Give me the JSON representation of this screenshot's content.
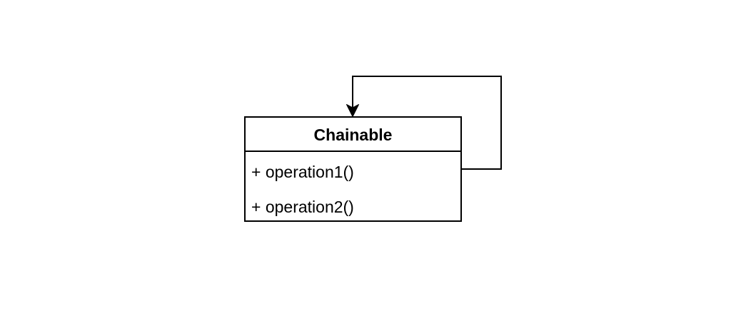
{
  "diagram": {
    "kind": "uml-class-diagram",
    "uml_class": {
      "name": "Chainable",
      "members": [
        "+ operation1()",
        "+ operation2()"
      ]
    },
    "relation": {
      "type": "self-association",
      "arrowhead": "classic-filled-down"
    }
  },
  "colors": {
    "canvas_background": "#ffffff",
    "shape_fill": "#ffffff",
    "stroke": "#000000",
    "text": "#000000"
  }
}
